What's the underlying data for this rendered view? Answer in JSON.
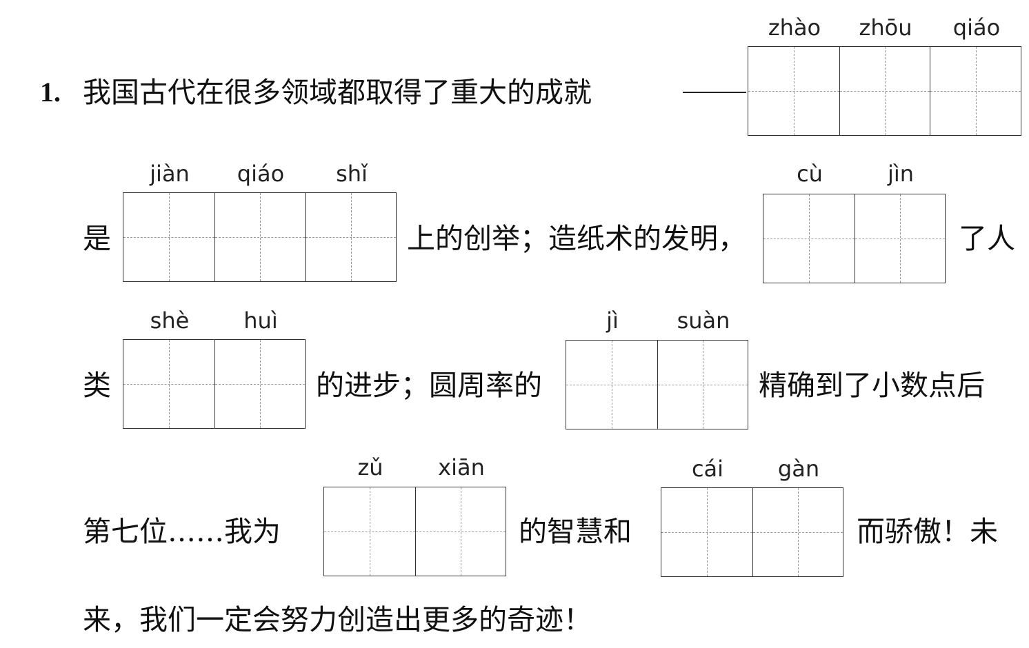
{
  "question_number": "1.",
  "segments": {
    "s1": "我国古代在很多领域都取得了重大的成就",
    "s2": "是",
    "s3": "上的创举；造纸术的发明，",
    "s4": "了人",
    "s5": "类",
    "s6": "的进步；圆周率的",
    "s7": "精确到了小数点后",
    "s8": "第七位……我为",
    "s9": "的智慧和",
    "s10": "而骄傲！未",
    "s11": "来，我们一定会努力创造出更多的奇迹！"
  },
  "blanks": [
    {
      "pinyin": [
        "zhào",
        "zhōu",
        "qiáo"
      ]
    },
    {
      "pinyin": [
        "jiàn",
        "qiáo",
        "shǐ"
      ]
    },
    {
      "pinyin": [
        "cù",
        "jìn"
      ]
    },
    {
      "pinyin": [
        "shè",
        "huì"
      ]
    },
    {
      "pinyin": [
        "jì",
        "suàn"
      ]
    },
    {
      "pinyin": [
        "zǔ",
        "xiān"
      ]
    },
    {
      "pinyin": [
        "cái",
        "gàn"
      ]
    }
  ]
}
